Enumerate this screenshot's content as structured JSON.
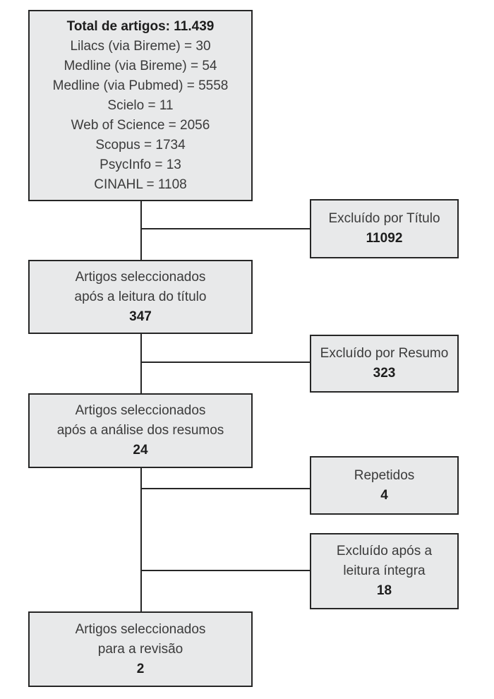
{
  "flowchart": {
    "colors": {
      "box_fill": "#e8e9ea",
      "box_border": "#262626",
      "connector": "#262626",
      "text": "#3b3b3b",
      "bold_text": "#1d1d1d"
    },
    "total_box": {
      "title": "Total de artigos: 11.439",
      "sources": [
        "Lilacs (via Bireme) = 30",
        "Medline (via Bireme) = 54",
        "Medline (via Pubmed) = 5558",
        "Scielo = 11",
        "Web of Science = 2056",
        "Scopus = 1734",
        "PsycInfo = 13",
        "CINAHL = 1108"
      ]
    },
    "main_boxes": [
      {
        "line1": "Artigos seleccionados",
        "line2": "após a leitura do título",
        "count": "347"
      },
      {
        "line1": "Artigos seleccionados",
        "line2": "após a análise dos resumos",
        "count": "24"
      },
      {
        "line1": "Artigos seleccionados",
        "line2": "para a revisão",
        "count": "2"
      }
    ],
    "side_boxes": [
      {
        "line1": "Excluído por Título",
        "line2": "",
        "count": "11092"
      },
      {
        "line1": "Excluído por Resumo",
        "line2": "",
        "count": "323"
      },
      {
        "line1": "Repetidos",
        "line2": "",
        "count": "4"
      },
      {
        "line1": "Excluído após a",
        "line2": "leitura íntegra",
        "count": "18"
      }
    ]
  }
}
